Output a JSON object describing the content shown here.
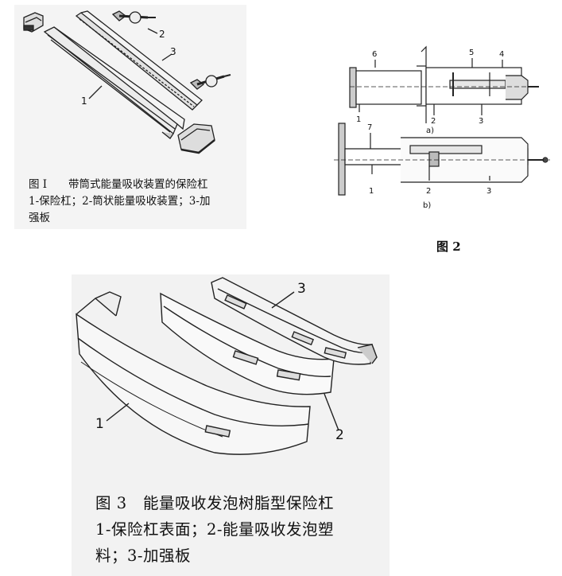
{
  "figure1": {
    "labels": {
      "part1": "1",
      "part2": "2",
      "part3": "3"
    },
    "caption_title_number": "图 I",
    "caption_title_text": "带筒式能量吸收装置的保险杠",
    "caption_line2": "1-保险杠；2-筒状能量吸收装置；3-加",
    "caption_line3": "强板"
  },
  "figure2": {
    "labels_a": {
      "l6": "6",
      "l5": "5",
      "l4": "4",
      "l1": "1",
      "l2": "2",
      "l3": "3",
      "sub": "a)"
    },
    "labels_b": {
      "l7": "7",
      "l1": "1",
      "l2": "2",
      "l3": "3",
      "sub": "b)"
    },
    "caption": "图 2"
  },
  "figure3": {
    "labels": {
      "part1": "1",
      "part2": "2",
      "part3": "3"
    },
    "caption_title_number": "图 3",
    "caption_title_text": "能量吸收发泡树脂型保险杠",
    "caption_line2": "1-保险杠表面；2-能量吸收发泡塑",
    "caption_line3": "料；3-加强板"
  },
  "colors": {
    "ink": "#111111",
    "panel_gray": "#f3f3f3"
  }
}
